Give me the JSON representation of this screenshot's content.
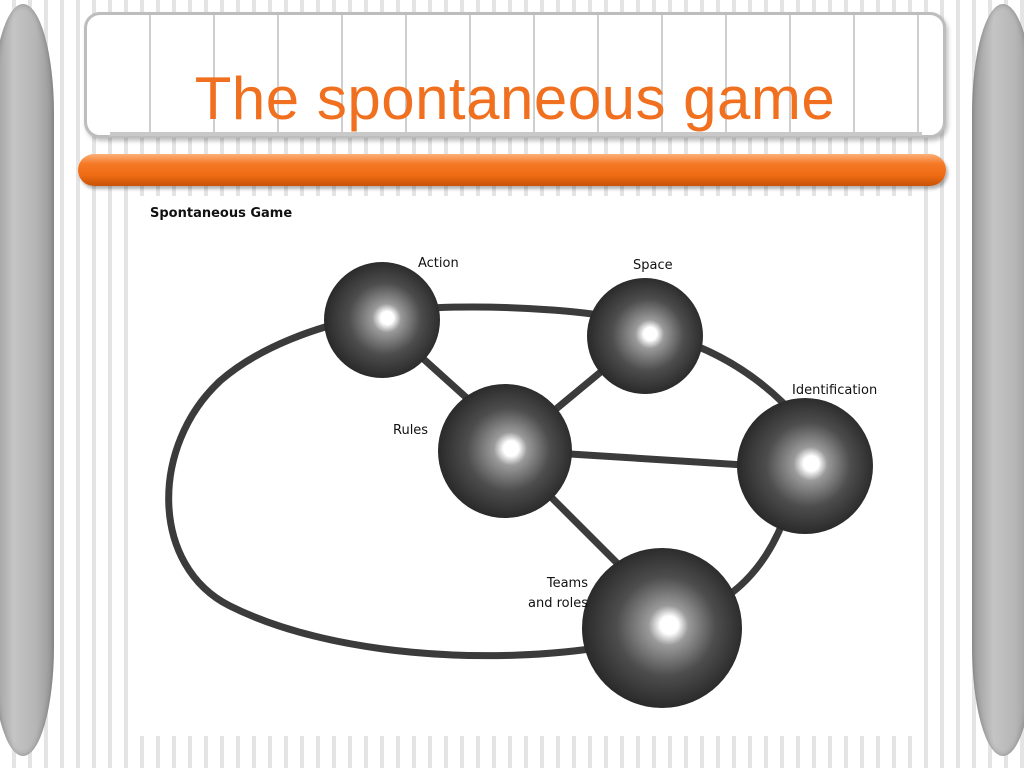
{
  "slide": {
    "title": "The spontaneous game",
    "accent_color": "#f07020"
  },
  "diagram": {
    "title": "Spontaneous Game",
    "nodes": [
      {
        "id": "action",
        "label": "Action"
      },
      {
        "id": "space",
        "label": "Space"
      },
      {
        "id": "identification",
        "label": "Identification"
      },
      {
        "id": "rules",
        "label": "Rules"
      },
      {
        "id": "teams",
        "label_line1": "Teams",
        "label_line2": "and roles"
      }
    ],
    "connections": [
      [
        "action",
        "rules"
      ],
      [
        "space",
        "rules"
      ],
      [
        "rules",
        "identification"
      ],
      [
        "rules",
        "teams"
      ],
      [
        "action",
        "space"
      ],
      [
        "space",
        "identification"
      ],
      [
        "identification",
        "teams"
      ],
      [
        "teams",
        "action"
      ]
    ]
  }
}
